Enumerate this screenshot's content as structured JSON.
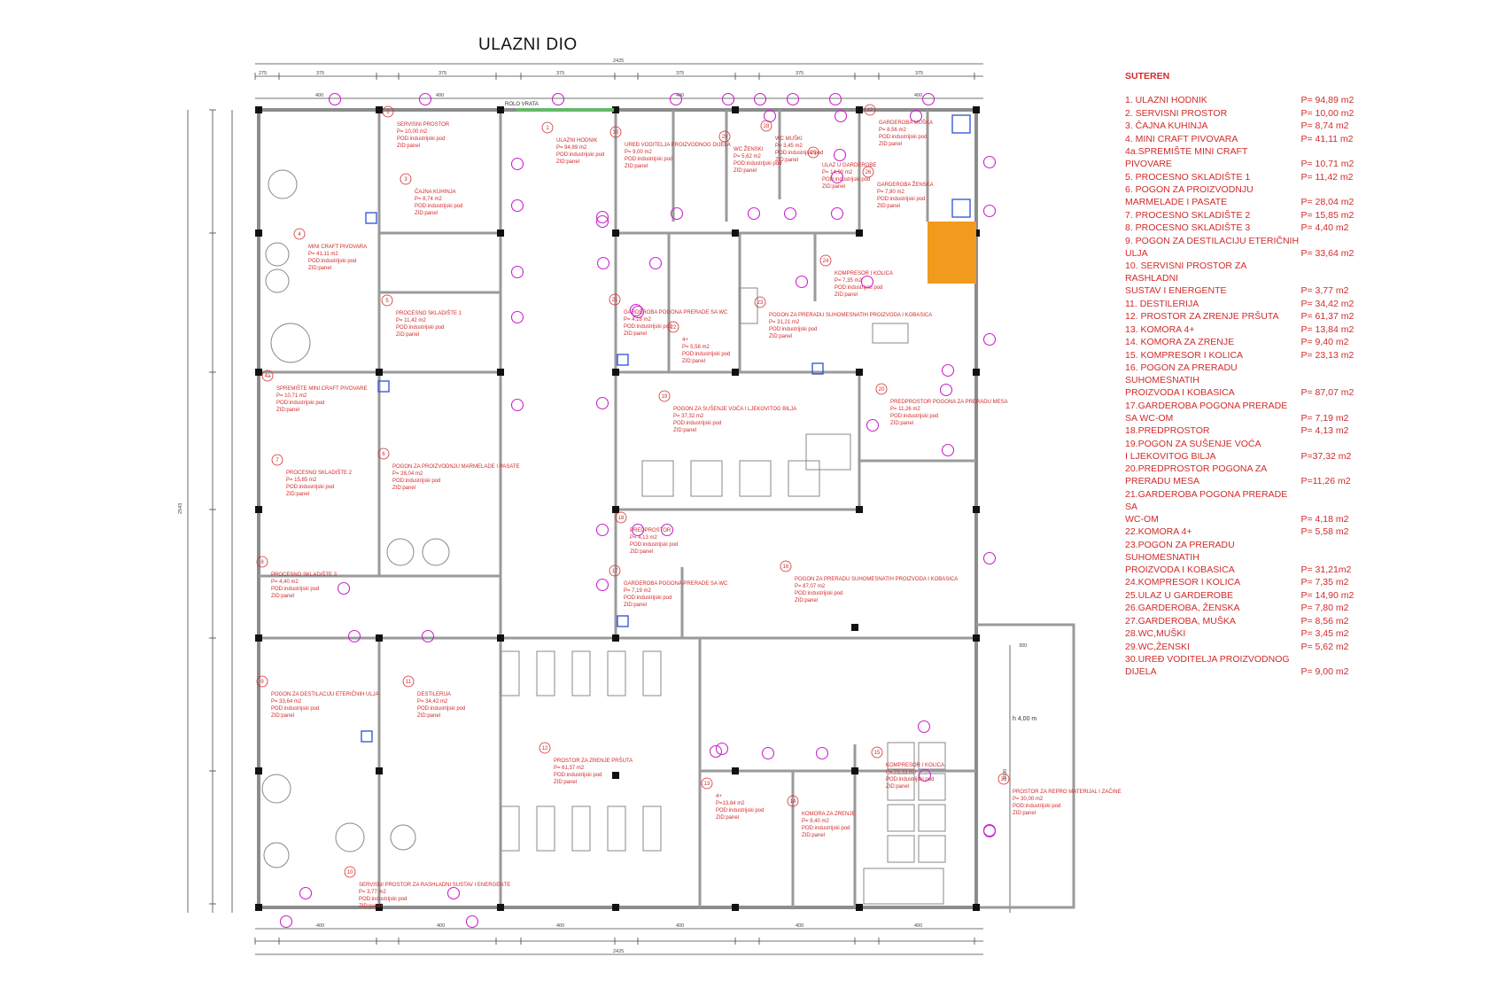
{
  "title": "ULAZNI DIO",
  "legend": {
    "heading": "SUTEREN",
    "items": [
      {
        "name": "1.  ULAZNI HODNIK",
        "area": "P= 94,89 m2"
      },
      {
        "name": "2.  SERVISNI PROSTOR",
        "area": "P= 10,00 m2"
      },
      {
        "name": "3.  ČAJNA KUHINJA",
        "area": "P=   8,74 m2"
      },
      {
        "name": "4.  MINI CRAFT  PIVOVARA",
        "area": "P= 41,11 m2"
      },
      {
        "name": "4a.SPREMIŠTE MINI CRAFT\n    PIVOVARE",
        "area": "P= 10,71 m2"
      },
      {
        "name": "5.  PROCESNO SKLADIŠTE 1",
        "area": "P= 11,42 m2"
      },
      {
        "name": "6.  POGON ZA PROIZVODNJU\n    MARMELADE I PASATE",
        "area": "P= 28,04 m2"
      },
      {
        "name": "7.  PROCESNO SKLADIŠTE 2",
        "area": "P= 15,85 m2"
      },
      {
        "name": "8.  PROCESNO SKLADIŠTE 3",
        "area": "P=   4,40 m2"
      },
      {
        "name": "9.  POGON ZA DESTILACIJU ETERIČNIH\n    ULJA",
        "area": "P= 33,64 m2"
      },
      {
        "name": "10. SERVISNI PROSTOR ZA RASHLADNI\n    SUSTAV I ENERGENTE",
        "area": "P=   3,77 m2"
      },
      {
        "name": "11. DESTILERIJA",
        "area": "P= 34,42 m2"
      },
      {
        "name": "12. PROSTOR ZA ZRENJE PRŠUTA",
        "area": "P= 61,37 m2"
      },
      {
        "name": "13. KOMORA 4+",
        "area": "P= 13,84 m2"
      },
      {
        "name": "14. KOMORA ZA ZRENJE",
        "area": "P=   9,40 m2"
      },
      {
        "name": "15. KOMPRESOR I KOLICA",
        "area": "P=  23,13 m2"
      },
      {
        "name": "16. POGON ZA PRERADU SUHOMESNATIH\n    PROIZVODA I KOBASICA",
        "area": "P=  87,07 m2"
      },
      {
        "name": "17.GARDEROBA POGONA PRERADE\n    SA WC-OM",
        "area": "P=  7,19 m2"
      },
      {
        "name": "18.PREDPROSTOR",
        "area": "P=  4,13 m2"
      },
      {
        "name": "19.POGON ZA SUŠENJE VOĆA\n    I LJEKOVITOG BILJA",
        "area": "P=37,32 m2"
      },
      {
        "name": "20.PREDPROSTOR POGONA ZA\n    PRERADU MESA",
        "area": "P=11,26 m2"
      },
      {
        "name": "21.GARDEROBA POGONA PRERADE SA\n    WC-OM",
        "area": "P=  4,18 m2"
      },
      {
        "name": "22.KOMORA 4+",
        "area": "P=  5,58 m2"
      },
      {
        "name": "23.POGON ZA PRERADU SUHOMESNATIH\n    PROIZVODA I KOBASICA",
        "area": "P= 31,21m2"
      },
      {
        "name": "24.KOMPRESOR I KOLICA",
        "area": "P=   7,35 m2"
      },
      {
        "name": "25.ULAZ U GARDEROBE",
        "area": "P=  14,90 m2"
      },
      {
        "name": "26.GARDEROBA, ŽENSKA",
        "area": "P=   7,80 m2"
      },
      {
        "name": "27.GARDEROBA, MUŠKA",
        "area": "P=   8,56 m2"
      },
      {
        "name": "28.WC,MUŠKI",
        "area": "P=   3,45 m2"
      },
      {
        "name": "29.WC,ŽENSKI",
        "area": "P=    5,62 m2"
      },
      {
        "name": "30.UREĐ VODITELJA PROIZVODNOG\n    DIJELA",
        "area": "P=  9,00 m2"
      }
    ]
  },
  "plan": {
    "rooms": [
      {
        "num": "1",
        "name": "ULAZNI HODNIK",
        "area": "P= 94,89 m2"
      },
      {
        "num": "2",
        "name": "SERVISNI PROSTOR",
        "area": "P= 10,00 m2"
      },
      {
        "num": "3",
        "name": "ČAJNA KUHINJA",
        "area": "P= 8,74 m2"
      },
      {
        "num": "4",
        "name": "MINI CRAFT PIVOVARA",
        "area": "P= 41,11 m2"
      },
      {
        "num": "4a",
        "name": "SPREMIŠTE MINI CRAFT PIVOVARE",
        "area": "P= 10,71 m2"
      },
      {
        "num": "5",
        "name": "PROCESNO SKLADIŠTE 1",
        "area": "P= 11,42 m2"
      },
      {
        "num": "6",
        "name": "POGON ZA PROIZVODNJU MARMELADE I PASATE",
        "area": "P= 28,04 m2"
      },
      {
        "num": "7",
        "name": "PROCESNO SKLADIŠTE 2",
        "area": "P= 15,85 m2"
      },
      {
        "num": "8",
        "name": "PROCESNO SKLADIŠTE 3",
        "area": "P= 4,40 m2"
      },
      {
        "num": "9",
        "name": "POGON ZA DESTILACIJU ETERIČNIH ULJA",
        "area": "P= 33,64 m2"
      },
      {
        "num": "10",
        "name": "SERVISNI PROSTOR ZA RASHLADNI SUSTAV I ENERGENTE",
        "area": "P= 3,77 m2"
      },
      {
        "num": "11",
        "name": "DESTILERIJA",
        "area": "P= 34,42 m2"
      },
      {
        "num": "12",
        "name": "PROSTOR ZA ZRENJE PRŠUTA",
        "area": "P= 61,37 m2"
      },
      {
        "num": "13",
        "name": "4+",
        "area": "P=13,84 m2"
      },
      {
        "num": "14",
        "name": "KOMORA ZA ZRENJE",
        "area": "P= 9,40 m2"
      },
      {
        "num": "15",
        "name": "KOMPRESOR I KOLICA",
        "area": "P= 23,13 m2"
      },
      {
        "num": "16",
        "name": "POGON ZA PRERADU SUHOMESNATIH PROIZVODA I KOBASICA",
        "area": "P= 87,07 m2"
      },
      {
        "num": "17",
        "name": "GARDEROBA POGONA PRERADE SA WC",
        "area": "P= 7,19 m2"
      },
      {
        "num": "18",
        "name": "PREDPROSTOR",
        "area": "P= 4,13 m2"
      },
      {
        "num": "19",
        "name": "POGON ZA SUŠENJE VOĆA I LJEKOVITOG BILJA",
        "area": "P= 37,32 m2"
      },
      {
        "num": "20",
        "name": "PREDPROSTOR POGONA ZA PRERADU MESA",
        "area": "P= 11,26 m2"
      },
      {
        "num": "21",
        "name": "GARDEROBA POGONA PRERADE SA WC",
        "area": "P= 4,18 m2"
      },
      {
        "num": "22",
        "name": "4+",
        "area": "P= 5,58 m2"
      },
      {
        "num": "23",
        "name": "POGON ZA PRERADU SUHOMESNATIH PROIZVODA I KOBASICA",
        "area": "P= 31,21 m2"
      },
      {
        "num": "24",
        "name": "KOMPRESOR I KOLICA",
        "area": "P= 7,35 m2"
      },
      {
        "num": "25",
        "name": "ULAZ U GARDEROBE",
        "area": "P= 14,90 m2"
      },
      {
        "num": "26",
        "name": "GARDEROBA ŽENSKA",
        "area": "P= 7,80 m2"
      },
      {
        "num": "27",
        "name": "GARDEROBA MUŠKA",
        "area": "P= 8,56 m2"
      },
      {
        "num": "28",
        "name": "WC MUŠKI",
        "area": "P= 3,45 m2"
      },
      {
        "num": "29",
        "name": "WC ŽENSKI",
        "area": "P= 5,62 m2"
      },
      {
        "num": "30",
        "name": "UREĐ VODITELJA PROIZVODNOG DIJELA",
        "area": "P= 9,00 m2"
      },
      {
        "num": "31",
        "name": "PROSTOR ZA REPRO MATERIJAL I ZAČINE",
        "area": "P= 30,00 m2"
      }
    ],
    "floor_text": "POD:industrijski pod",
    "wall_text": "ZID:panel",
    "door_label": "ROLO VRATA",
    "height_label": "h 4,00 m",
    "overall_dim": "2425",
    "height_dim": "2543",
    "dim_275": "275",
    "dim_375": "375",
    "dim_400": "400",
    "dim_300": "300",
    "dim_1000": "1000"
  },
  "colors": {
    "wall": "#8c8c8c",
    "room_text": "#d22a2a",
    "marker": "#cc22cc",
    "accent_orange": "#f29a1e",
    "fixture_blue": "#2b4fd8"
  }
}
